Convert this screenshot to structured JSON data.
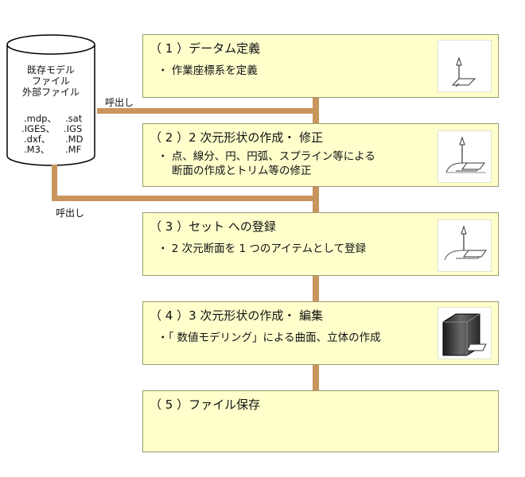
{
  "source": {
    "title_lines": [
      "既存モデル",
      "ファイル",
      "外部ファイル"
    ],
    "extensions": [
      [
        ".mdp、",
        ".sat"
      ],
      [
        ".IGES、",
        ".IGS"
      ],
      [
        ".dxf、",
        ".MD"
      ],
      [
        ".M3、",
        ".MF"
      ]
    ]
  },
  "call_labels": [
    "呼出し",
    "呼出し"
  ],
  "steps": [
    {
      "title": "（ 1 ）データム定義",
      "lines": [
        "・ 作業座標系を定義"
      ],
      "icon": "datum-axis-icon"
    },
    {
      "title": "（ 2 ）2 次元形状の作成・ 修正",
      "lines": [
        "・ 点、線分、円、円弧、スプライン等による",
        "断面の作成とトリム等の修正"
      ],
      "icon": "2d-section-icon"
    },
    {
      "title": "（ 3 ）セット への登録",
      "lines": [
        "・ 2 次元断面を 1 つのアイテムとして登録"
      ],
      "icon": "item-register-icon"
    },
    {
      "title": "（ 4 ）3 次元形状の作成・ 編集",
      "lines": [
        "・「 数値モデリング」による曲面、立体の作成"
      ],
      "icon": "3d-solid-icon"
    },
    {
      "title": "（ 5 ）ファイル保存",
      "lines": [],
      "icon": ""
    }
  ],
  "colors": {
    "box_fill": "#ffffcc",
    "connector": "#c8955c",
    "box_border": "#9a9a72"
  }
}
